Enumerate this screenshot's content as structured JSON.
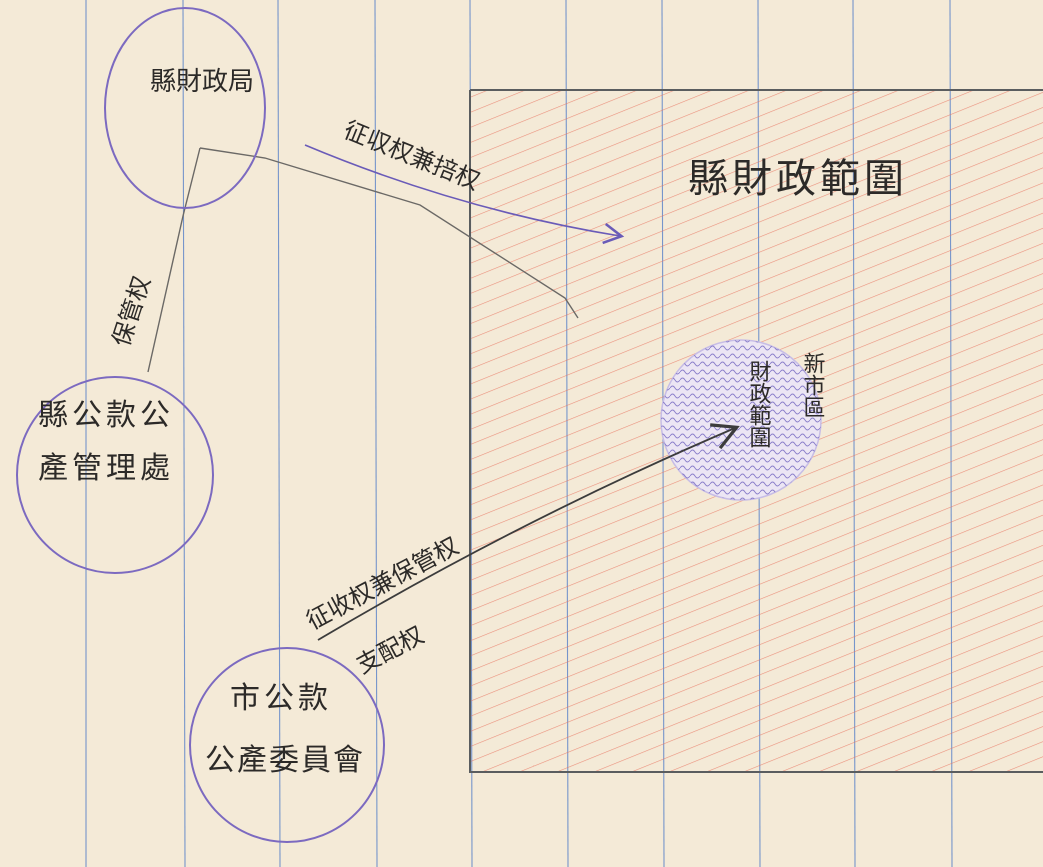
{
  "diagram": {
    "region": {
      "title": "縣財政範圍",
      "hatch_color": "#e8735f",
      "border_color": "#5a5d5f"
    },
    "inner_circle": {
      "label_line1": "新市區",
      "label_line2": "財政範圍",
      "fill_color": "#8a7fc9"
    },
    "nodes": {
      "finance_bureau": "縣財政局",
      "property_office": {
        "line1": "縣公款公",
        "line2": "產管理處"
      },
      "city_committee": {
        "line1": "市公款",
        "line2": "公產委員會"
      }
    },
    "edges": {
      "tax_rights": "征収权兼掊权",
      "custody": "保管权",
      "tax_custody": "征收权兼保管权",
      "control": "支配权"
    },
    "colors": {
      "paper": "#f4ead7",
      "ruling": "#5f86c9",
      "circle_stroke": "#7c6ac0",
      "arrow_purple": "#6a5bb8",
      "pencil": "#6b6966"
    }
  }
}
